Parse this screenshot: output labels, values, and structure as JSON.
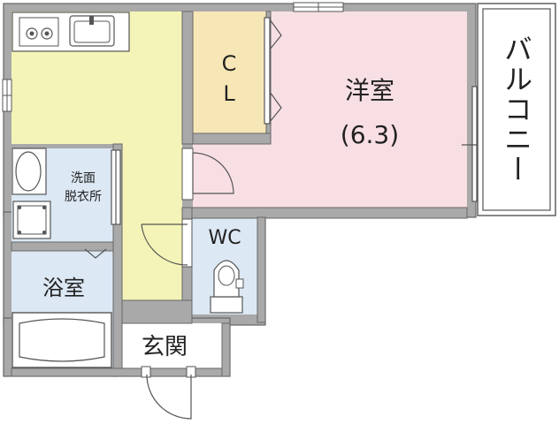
{
  "rooms": {
    "western": {
      "name": "洋室",
      "size": "(6.3)"
    },
    "closet": {
      "line1": "C",
      "line2": "L"
    },
    "washroom": {
      "line1": "洗面",
      "line2": "脱衣所"
    },
    "bath": {
      "name": "浴室"
    },
    "toilet": {
      "name": "WC"
    },
    "entrance": {
      "name": "玄関"
    },
    "balcony": {
      "name": "バルコニー"
    }
  },
  "colors": {
    "wall": "#a9a9a9",
    "wall_edge": "#666666",
    "kitchen_floor": "#f4f4b8",
    "western_floor": "#f8dfe4",
    "closet_floor": "#f7e7b6",
    "wet_floor": "#dce8f4",
    "entrance_floor": "#ffffff"
  }
}
